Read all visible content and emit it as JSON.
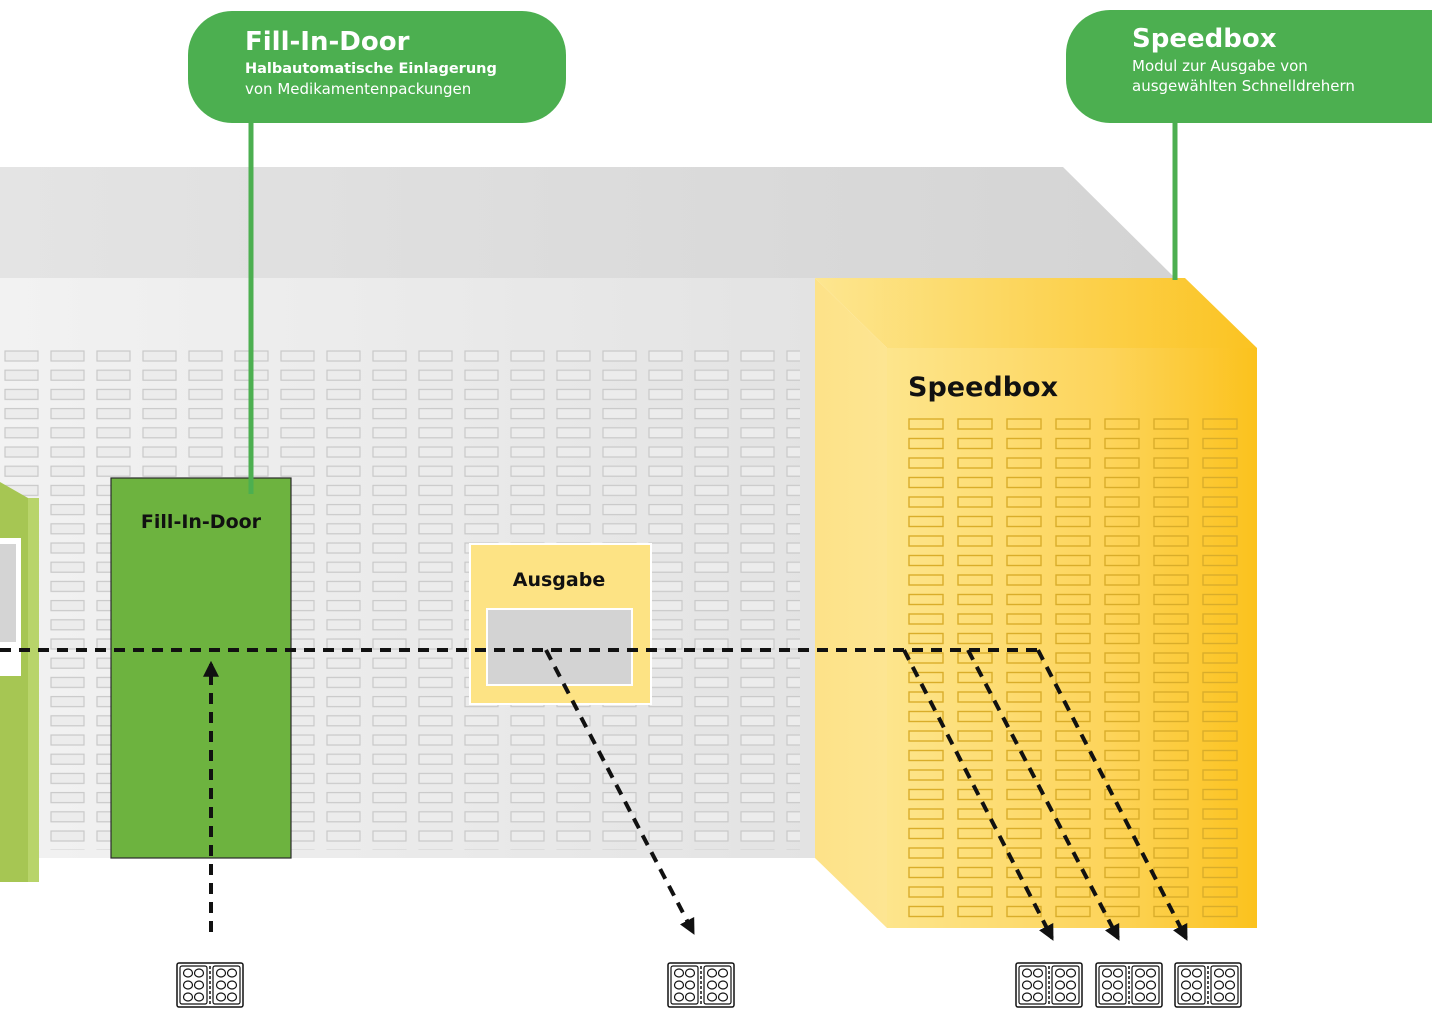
{
  "callouts": {
    "fill_in_door": {
      "title": "Fill-In-Door",
      "subtitle": "Halbautomatische Einlagerung",
      "text": "von Medikamentenpackungen"
    },
    "speedbox": {
      "title": "Speedbox",
      "line1": "Modul zur Ausgabe von",
      "line2": "ausgewählten Schnelldrehern"
    }
  },
  "labels": {
    "fill_in_door": "Fill-In-Door",
    "ausgabe": "Ausgabe",
    "speedbox": "Speedbox"
  },
  "colors": {
    "callout_green": "#4caf50",
    "door_green": "#6db33f",
    "speedbox_yellow": "#fcc92d",
    "cabinet_grey": "#e6e6e6"
  },
  "icons": [
    "medicine-pack-icon",
    "arrow-down-icon",
    "arrow-up-icon"
  ]
}
